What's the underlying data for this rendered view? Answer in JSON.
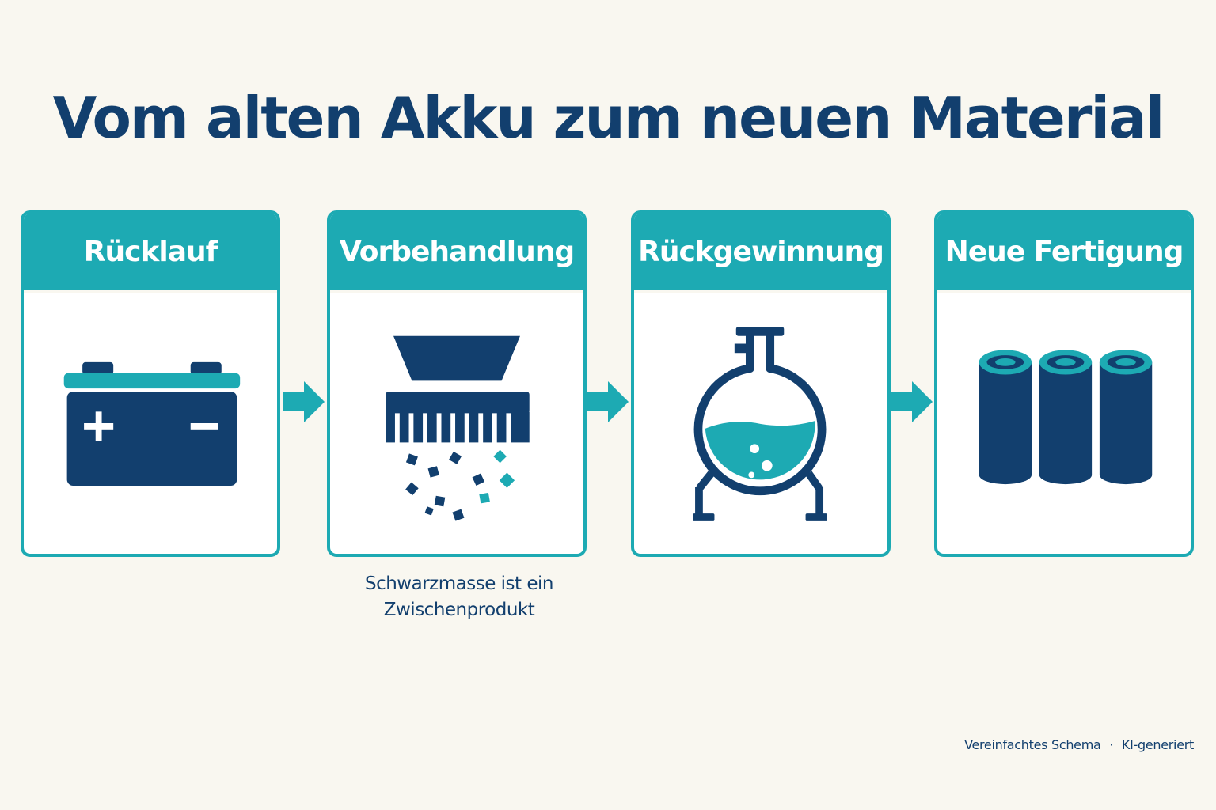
{
  "title": "Vom alten Akku zum neuen Material",
  "colors": {
    "navy": "#123f6e",
    "teal": "#1daab3",
    "background": "#f9f7f0"
  },
  "steps": [
    {
      "label": "Rücklauf",
      "icon": "car-battery-icon"
    },
    {
      "label": "Vorbehandlung",
      "icon": "shredder-icon"
    },
    {
      "label": "Rückgewinnung",
      "icon": "reactor-flask-icon"
    },
    {
      "label": "Neue Fertigung",
      "icon": "battery-cells-icon"
    }
  ],
  "caption": {
    "line1": "Schwarzmasse ist ein",
    "line2": "Zwischenprodukt"
  },
  "footer": {
    "schema": "Vereinfachtes Schema",
    "separator": "·",
    "ai": "KI-generiert"
  }
}
